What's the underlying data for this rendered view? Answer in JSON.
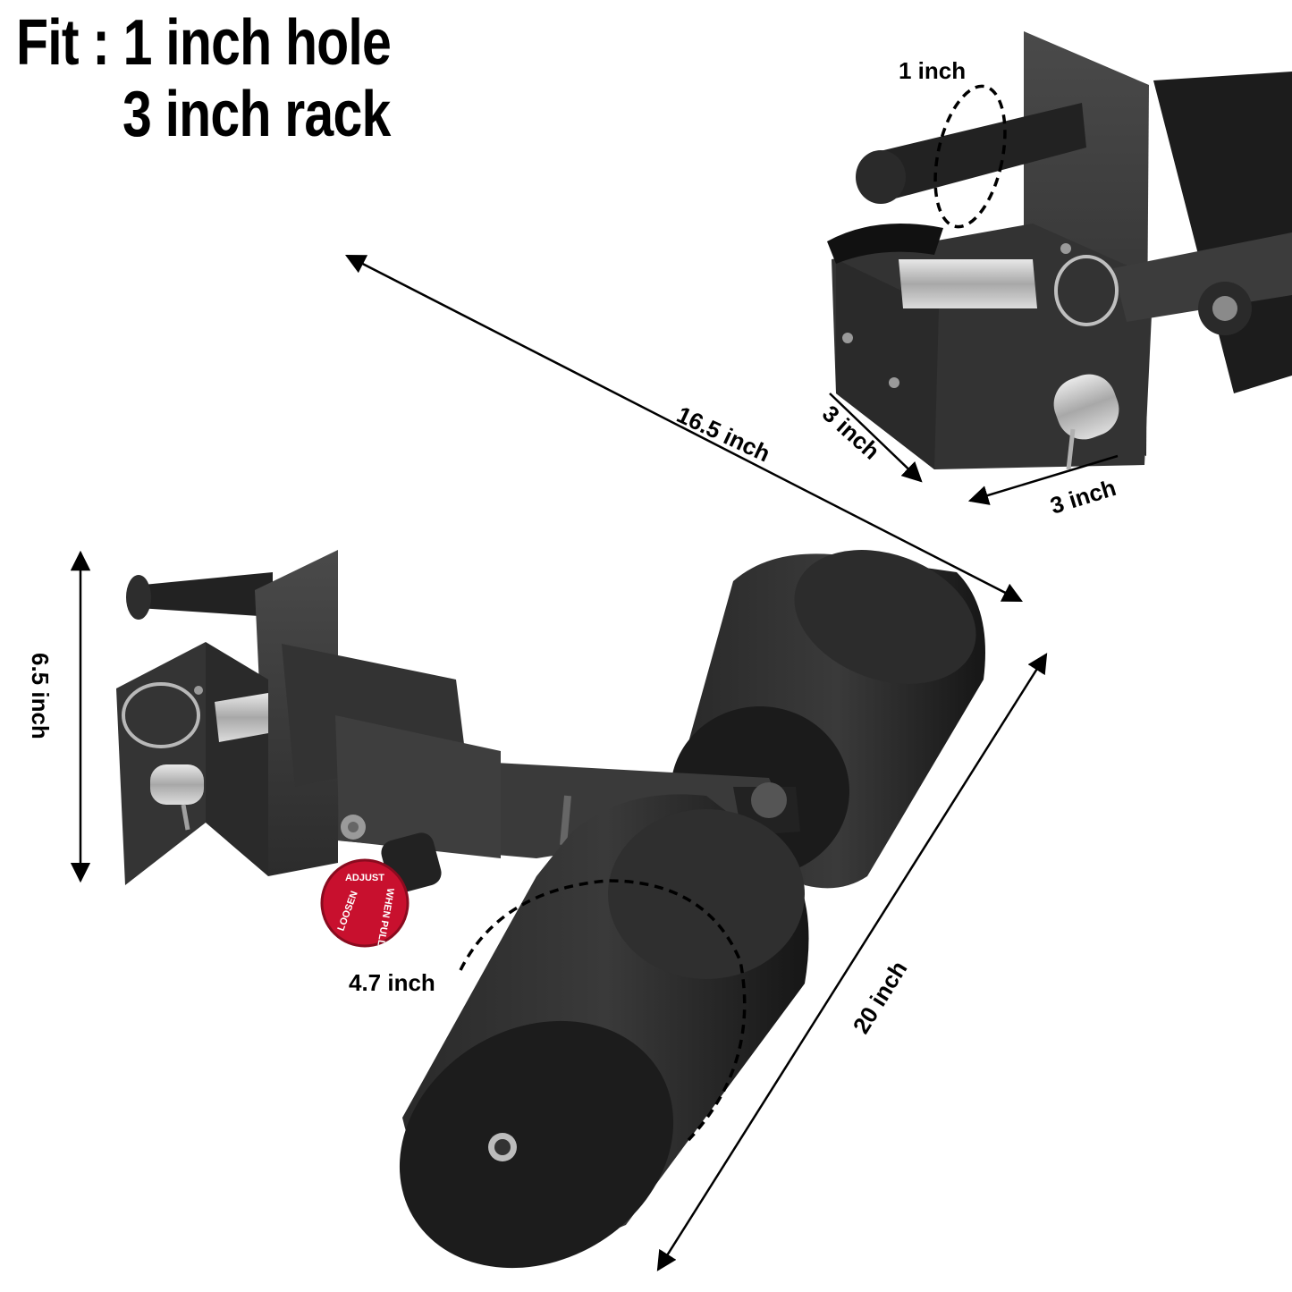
{
  "headline": {
    "line1": "Fit : 1 inch hole",
    "line2": "3 inch rack"
  },
  "dimensions": {
    "hole": "1 inch",
    "length": "16.5 inch",
    "depth": "3 inch",
    "width": "3 inch",
    "height": "6.5 inch",
    "pad_diameter": "4.7 inch",
    "pad_length": "20 inch"
  },
  "knob_text": {
    "top": "ADJUST",
    "left": "LOOSEN",
    "right": "WHEN PULL"
  },
  "colors": {
    "metal": "#3a3a3a",
    "pad": "#1e1e1e",
    "accent": "#c8102e"
  }
}
